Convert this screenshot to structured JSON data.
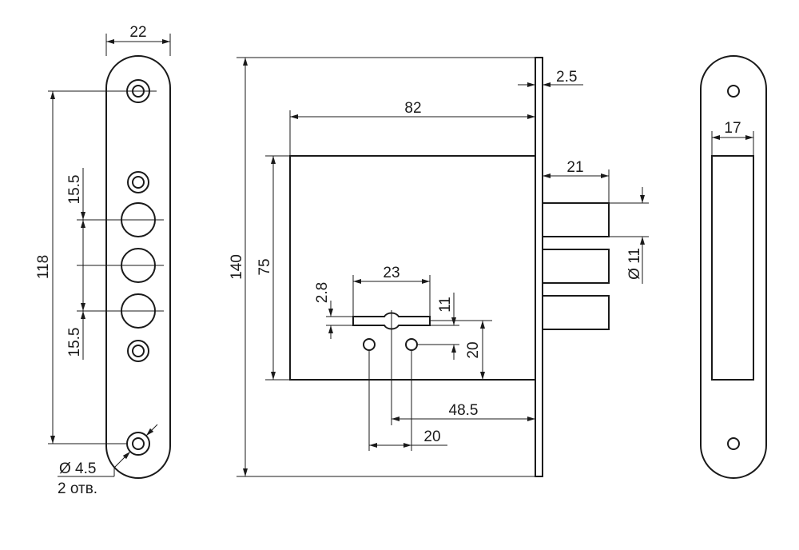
{
  "drawing": {
    "dimensions": {
      "faceplate_width": "22",
      "screw_spacing": "118",
      "bolt_spacing_top": "15.5",
      "bolt_spacing_bottom": "15.5",
      "screw_hole_diameter": "Ø 4.5",
      "screw_hole_count": "2 отв.",
      "total_height": "140",
      "body_height": "75",
      "backset": "82",
      "faceplate_thickness": "2.5",
      "bolt_projection": "21",
      "bolt_diameter": "Ø 11",
      "keyhole_width": "23",
      "keyhole_slot": "2.8",
      "keyhole_offset": "11",
      "pin_height": "20",
      "keyhole_position": "48.5",
      "pin_spacing": "20",
      "strike_opening_width": "17"
    }
  }
}
